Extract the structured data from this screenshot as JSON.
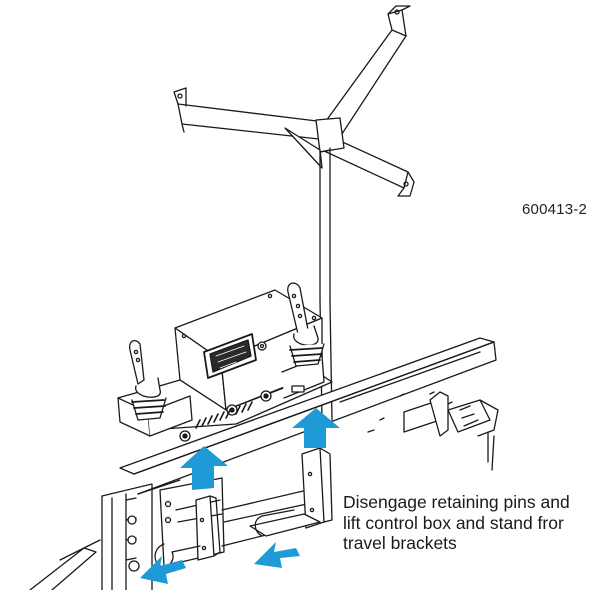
{
  "figure": {
    "reference_number": "600413-2",
    "caption_lines": [
      "Disengage retaining pins and",
      "lift control box and stand fror",
      "travel brackets"
    ],
    "arrow_color": "#1e9ad6",
    "line_color": "#1a1a1a"
  }
}
